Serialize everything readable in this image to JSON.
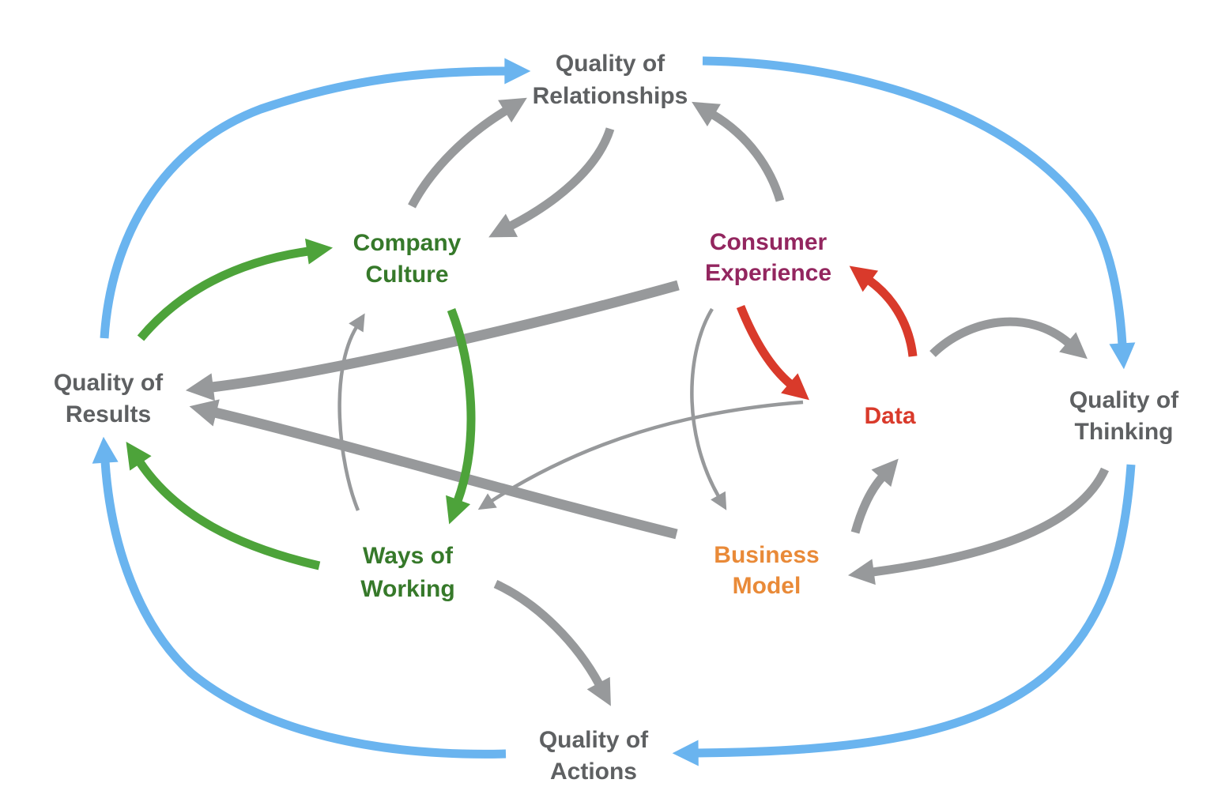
{
  "colors": {
    "background": "#ffffff",
    "blue": "#6ab4ef",
    "gray_arrow": "#97999b",
    "gray_text": "#5e6062",
    "green_arrow": "#4da33a",
    "green_text": "#36792a",
    "berry": "#93265f",
    "red": "#d93a2b",
    "orange": "#e98a38"
  },
  "nodes": {
    "relationships": {
      "line1": "Quality of",
      "line2": "Relationships"
    },
    "company_culture": {
      "line1": "Company",
      "line2": "Culture"
    },
    "consumer_experience": {
      "line1": "Consumer",
      "line2": "Experience"
    },
    "results": {
      "line1": "Quality of",
      "line2": "Results"
    },
    "data": {
      "line1": "Data"
    },
    "thinking": {
      "line1": "Quality of",
      "line2": "Thinking"
    },
    "ways_of_working": {
      "line1": "Ways of",
      "line2": "Working"
    },
    "business_model": {
      "line1": "Business",
      "line2": "Model"
    },
    "actions": {
      "line1": "Quality of",
      "line2": "Actions"
    }
  },
  "edges": [
    {
      "from": "Quality of Results",
      "to": "Quality of Relationships",
      "color": "blue",
      "weight": "normal"
    },
    {
      "from": "Quality of Relationships",
      "to": "Quality of Thinking",
      "color": "blue",
      "weight": "normal"
    },
    {
      "from": "Quality of Thinking",
      "to": "Quality of Actions",
      "color": "blue",
      "weight": "normal"
    },
    {
      "from": "Quality of Actions",
      "to": "Quality of Results",
      "color": "blue",
      "weight": "normal"
    },
    {
      "from": "Company Culture",
      "to": "Quality of Relationships",
      "color": "gray",
      "weight": "normal"
    },
    {
      "from": "Quality of Relationships",
      "to": "Company Culture",
      "color": "gray",
      "weight": "normal"
    },
    {
      "from": "Consumer Experience",
      "to": "Quality of Relationships",
      "color": "gray",
      "weight": "normal"
    },
    {
      "from": "Consumer Experience",
      "to": "Quality of Results",
      "color": "gray",
      "weight": "thick"
    },
    {
      "from": "Business Model",
      "to": "Quality of Results",
      "color": "gray",
      "weight": "thick"
    },
    {
      "from": "Data",
      "to": "Quality of Thinking",
      "color": "gray",
      "weight": "normal"
    },
    {
      "from": "Quality of Thinking",
      "to": "Business Model",
      "color": "gray",
      "weight": "normal"
    },
    {
      "from": "Business Model",
      "to": "Data",
      "color": "gray",
      "weight": "normal"
    },
    {
      "from": "Ways of Working",
      "to": "Quality of Actions",
      "color": "gray",
      "weight": "normal"
    },
    {
      "from": "Ways of Working",
      "to": "Company Culture",
      "color": "gray",
      "weight": "thin"
    },
    {
      "from": "Consumer Experience",
      "to": "Business Model",
      "color": "gray",
      "weight": "thin"
    },
    {
      "from": "Data",
      "to": "Ways of Working",
      "color": "gray",
      "weight": "thin"
    },
    {
      "from": "Quality of Results",
      "to": "Company Culture",
      "color": "green",
      "weight": "normal"
    },
    {
      "from": "Company Culture",
      "to": "Ways of Working",
      "color": "green",
      "weight": "normal"
    },
    {
      "from": "Ways of Working",
      "to": "Quality of Results",
      "color": "green",
      "weight": "normal"
    },
    {
      "from": "Consumer Experience",
      "to": "Data",
      "color": "red",
      "weight": "normal"
    },
    {
      "from": "Data",
      "to": "Consumer Experience",
      "color": "red",
      "weight": "normal"
    }
  ]
}
